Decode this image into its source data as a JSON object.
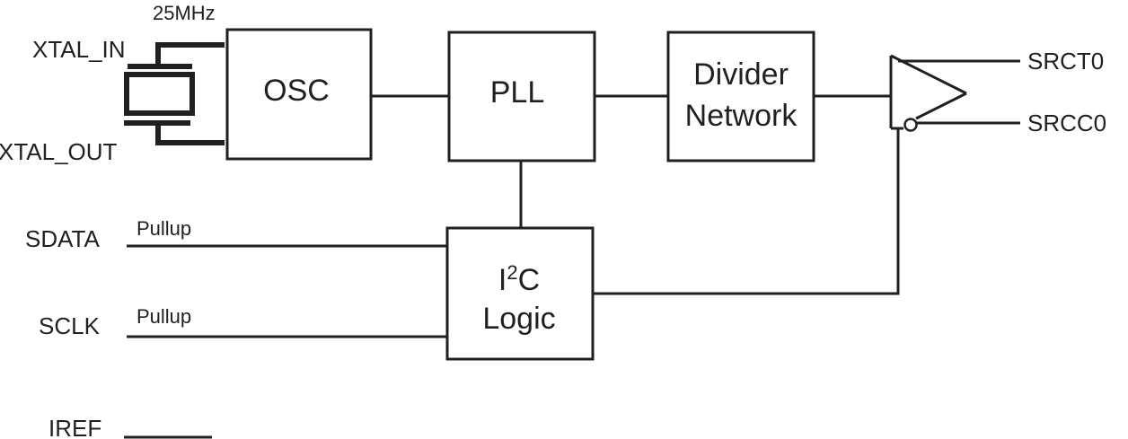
{
  "diagram": {
    "type": "block-diagram",
    "colors": {
      "line": "#231f20",
      "background": "#ffffff"
    },
    "crystal": {
      "frequency_label": "25MHz",
      "symbol": "crystal-icon"
    },
    "pins": {
      "xtal_in": "XTAL_IN",
      "xtal_out": "XTAL_OUT",
      "sdata": "SDATA",
      "sclk": "SCLK",
      "iref": "IREF",
      "srct0": "SRCT0",
      "srcc0": "SRCC0"
    },
    "pin_annotations": {
      "sdata": "Pullup",
      "sclk": "Pullup"
    },
    "blocks": {
      "osc": {
        "label": "OSC"
      },
      "pll": {
        "label": "PLL"
      },
      "divider": {
        "line1": "Divider",
        "line2": "Network"
      },
      "i2c": {
        "line1_base": "I",
        "line1_sup": "2",
        "line1_tail": "C",
        "line2": "Logic"
      }
    },
    "output_buffer": {
      "symbol": "differential-buffer-icon",
      "outputs": [
        "SRCT0",
        "SRCC0"
      ]
    },
    "connections": [
      [
        "XTAL_IN",
        "OSC"
      ],
      [
        "XTAL_OUT",
        "OSC"
      ],
      [
        "OSC",
        "PLL"
      ],
      [
        "PLL",
        "Divider Network"
      ],
      [
        "Divider Network",
        "Output Buffer"
      ],
      [
        "PLL",
        "I2C Logic"
      ],
      [
        "SDATA",
        "I2C Logic"
      ],
      [
        "SCLK",
        "I2C Logic"
      ],
      [
        "I2C Logic",
        "Output Buffer"
      ],
      [
        "Output Buffer",
        "SRCT0"
      ],
      [
        "Output Buffer",
        "SRCC0"
      ]
    ]
  }
}
